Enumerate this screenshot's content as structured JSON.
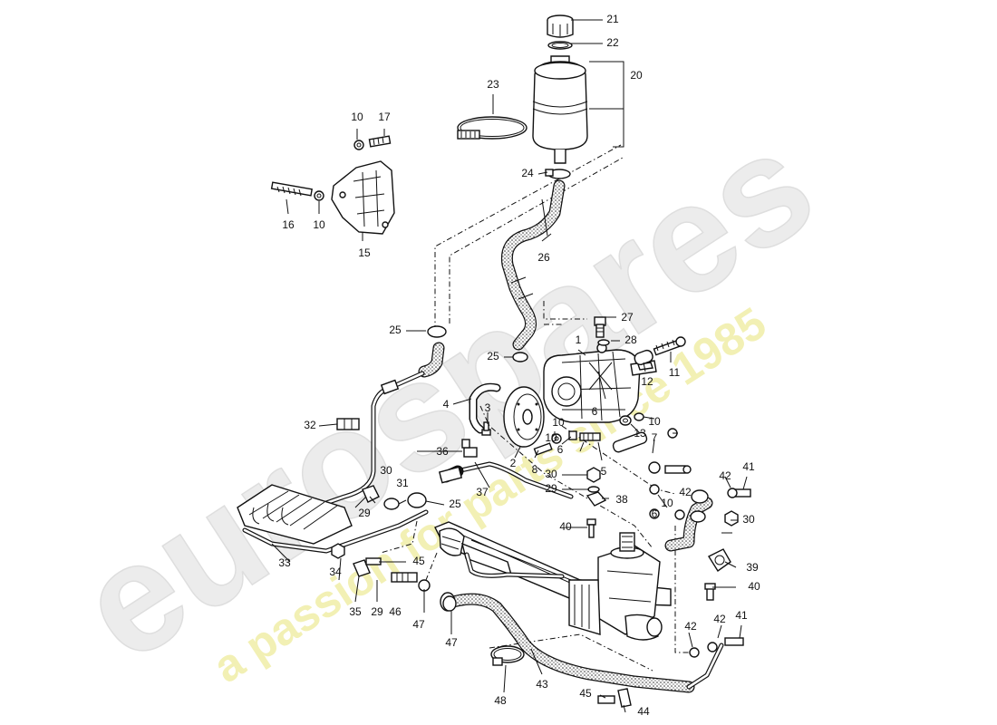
{
  "watermark": {
    "brand": "eurospares",
    "tagline": "a passion for parts since 1985"
  },
  "callouts": [
    "1",
    "2",
    "3",
    "4",
    "5",
    "6",
    "6",
    "6",
    "7",
    "8",
    "10",
    "10",
    "10",
    "10",
    "10",
    "10",
    "11",
    "12",
    "13",
    "15",
    "16",
    "17",
    "20",
    "21",
    "22",
    "23",
    "24",
    "25",
    "25",
    "25",
    "26",
    "27",
    "28",
    "29",
    "29",
    "29",
    "30",
    "30",
    "30",
    "31",
    "32",
    "33",
    "34",
    "35",
    "36",
    "37",
    "38",
    "39",
    "40",
    "40",
    "41",
    "41",
    "42",
    "42",
    "42",
    "42",
    "43",
    "44",
    "45",
    "45",
    "46",
    "47",
    "47",
    "48"
  ]
}
